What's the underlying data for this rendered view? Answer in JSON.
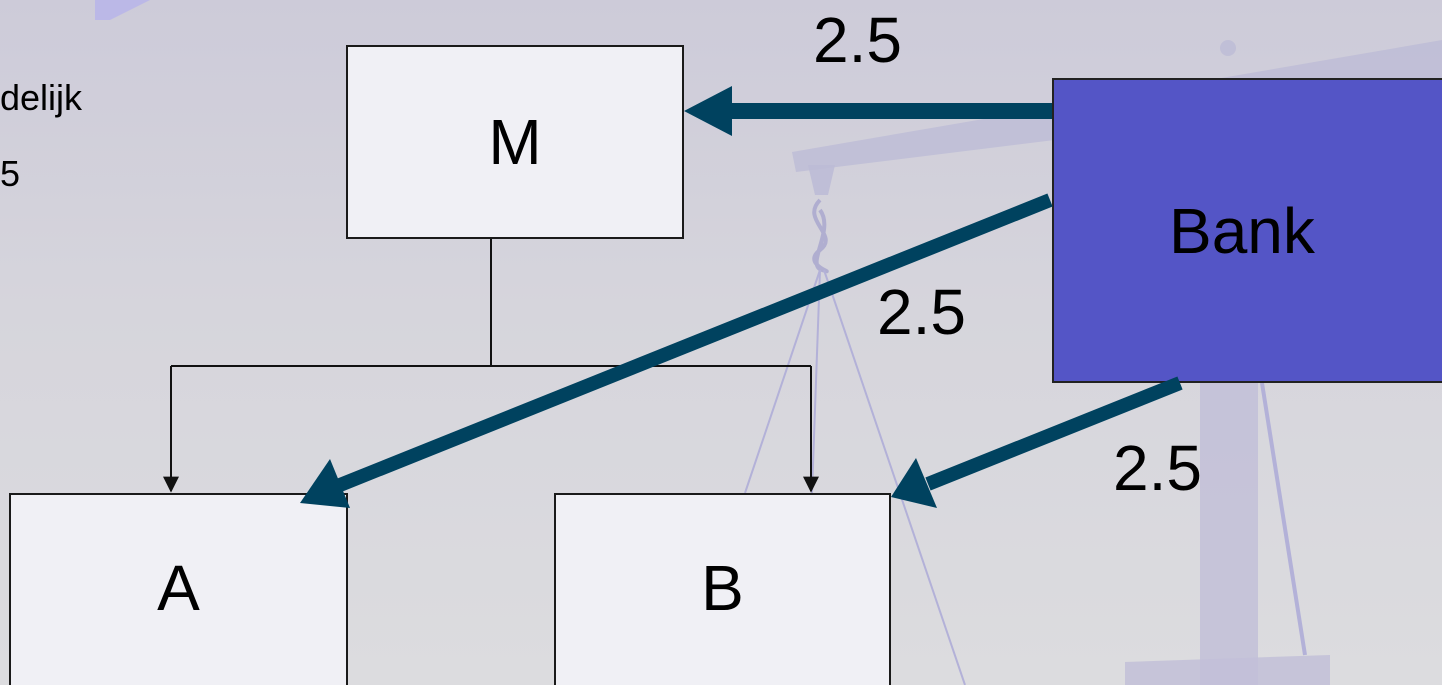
{
  "side_text": {
    "line1": "delijk",
    "line2": "5"
  },
  "nodes": {
    "m": "M",
    "a": "A",
    "b": "B",
    "bank": "Bank"
  },
  "flows": {
    "bank_to_m": "2.5",
    "bank_to_a": "2.5",
    "bank_to_b": "2.5"
  },
  "colors": {
    "bank_fill": "#5455c6",
    "flow_arrow": "#00425f",
    "box_fill": "#f0f0f5",
    "background": "#d6d5dc"
  }
}
